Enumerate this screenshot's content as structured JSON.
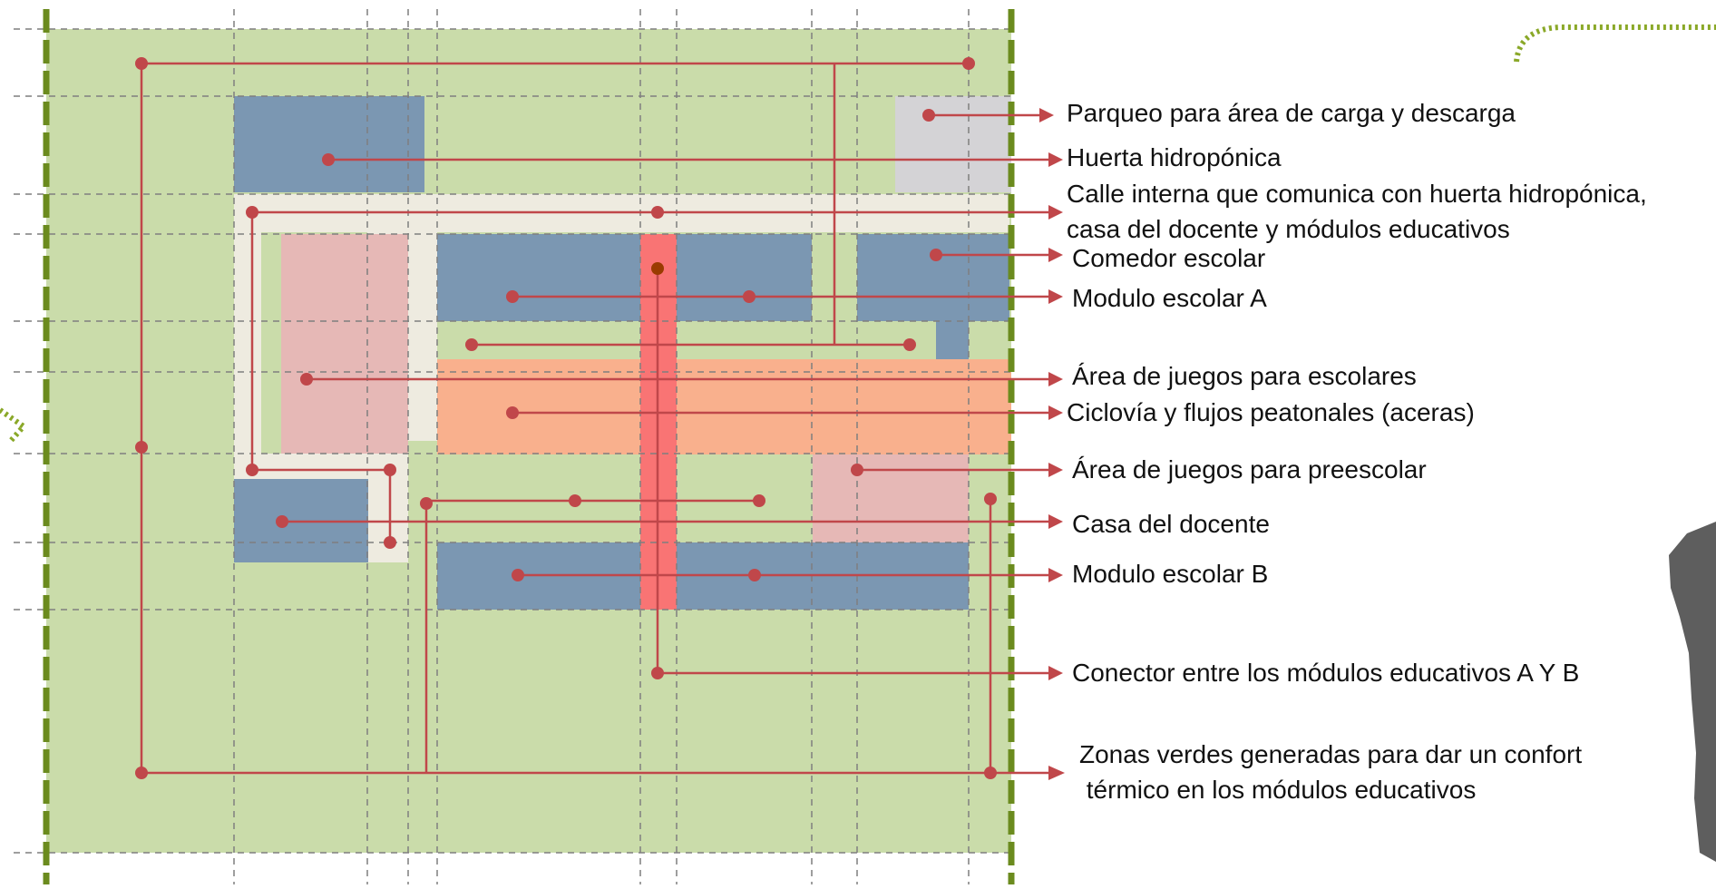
{
  "colors": {
    "site_green": "#cadcaa",
    "module_blue": "#7b97b2",
    "street_beige": "#eeebe0",
    "play_pink": "#e6b8b6",
    "bike_orange": "#f9b08d",
    "connector_red": "#f97474",
    "parking_gray": "#d4d3d6",
    "leader_red": "#c0474a",
    "border_olive": "#6b8b1e",
    "grid_gray": "#7f7f7f"
  },
  "labels": [
    {
      "id": "parqueo",
      "lines": [
        "Parqueo para área de carga y descarga"
      ]
    },
    {
      "id": "huerta",
      "lines": [
        "Huerta hidropónica"
      ]
    },
    {
      "id": "calle",
      "lines": [
        "Calle interna que comunica con huerta hidropónica,",
        "casa del docente y módulos educativos"
      ]
    },
    {
      "id": "comedor",
      "lines": [
        "Comedor escolar"
      ]
    },
    {
      "id": "modulo_a",
      "lines": [
        "Modulo escolar A"
      ]
    },
    {
      "id": "juegos_escolares",
      "lines": [
        "Área de juegos para escolares"
      ]
    },
    {
      "id": "ciclovia",
      "lines": [
        "Ciclovía y flujos peatonales (aceras)"
      ]
    },
    {
      "id": "juegos_preescolar",
      "lines": [
        "Área de juegos para preescolar"
      ]
    },
    {
      "id": "casa_docente",
      "lines": [
        "Casa del docente"
      ]
    },
    {
      "id": "modulo_b",
      "lines": [
        "Modulo escolar B"
      ]
    },
    {
      "id": "conector",
      "lines": [
        "Conector entre los módulos educativos A Y B"
      ]
    },
    {
      "id": "zonas_verdes",
      "lines": [
        "Zonas verdes generadas para dar un confort",
        " térmico en los módulos educativos"
      ]
    }
  ],
  "icons": {
    "silhouette": "person-silhouette-icon",
    "corner": "dotted-corner-icon"
  }
}
